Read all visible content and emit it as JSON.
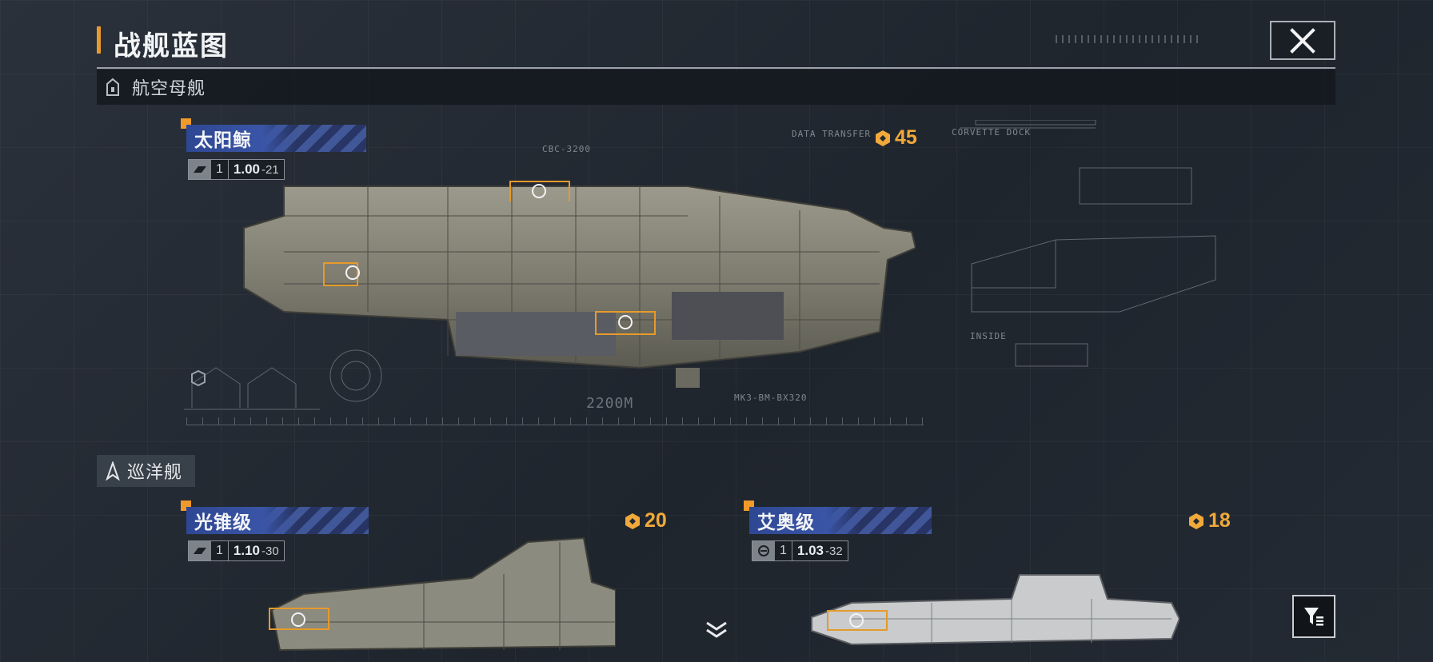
{
  "header": {
    "title": "战舰蓝图"
  },
  "sections": {
    "carrier": {
      "label": "航空母舰",
      "icon": "carrier-icon"
    },
    "cruiser": {
      "label": "巡洋舰",
      "icon": "cruiser-icon"
    }
  },
  "ships": [
    {
      "name": "太阳鲸",
      "level": "1",
      "stat_major": "1.00",
      "stat_minor": "-21",
      "cost": "45",
      "brand_icon": "manufacturer-icon"
    },
    {
      "name": "光锥级",
      "level": "1",
      "stat_major": "1.10",
      "stat_minor": "-30",
      "cost": "20",
      "brand_icon": "manufacturer-icon"
    },
    {
      "name": "艾奥级",
      "level": "1",
      "stat_major": "1.03",
      "stat_minor": "-32",
      "cost": "18",
      "brand_icon": "manufacturer-round-icon"
    }
  ],
  "blueprint_labels": {
    "length": "2200M",
    "corvette_dock": "CORVETTE DOCK",
    "data_transfer": "DATA TRANSFER",
    "inside": "INSIDE",
    "cbc": "CBC-3200",
    "mk": "MK3-BM-BX320"
  },
  "colors": {
    "accent": "#e89a2c",
    "cost": "#f1a93a",
    "name_band": "#3a55a6",
    "background": "#232a33"
  }
}
